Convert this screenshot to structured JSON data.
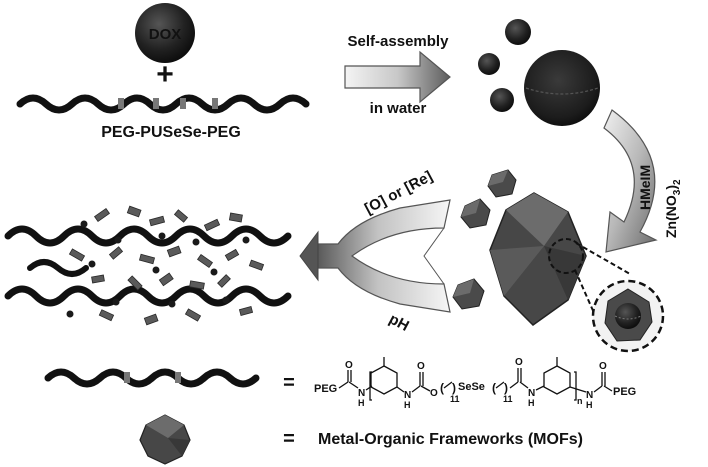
{
  "diagram": {
    "step1": {
      "drug_label": "DOX",
      "plus_sign": "+",
      "polymer_label": "PEG-PUSeSe-PEG"
    },
    "step2": {
      "arrow_top_label": "Self-assembly",
      "arrow_bottom_label": "in water"
    },
    "step3": {
      "reagent_1": "HMeIM",
      "reagent_2_main": "Zn(NO",
      "reagent_2_sub": "3",
      "reagent_2_close": ")",
      "reagent_2_sub2": "2"
    },
    "step4": {
      "stimulus_top": "[O] or [Re]",
      "stimulus_bottom": "pH"
    },
    "legend": {
      "equals_1": "=",
      "equals_2": "=",
      "mof_definition": "Metal-Organic Frameworks (MOFs)"
    },
    "structure": {
      "peg_left": "PEG",
      "peg_right": "PEG",
      "o1": "O",
      "o2": "O",
      "o3": "O",
      "o4": "O",
      "o_ester": "O",
      "nh_1": "N",
      "h_1": "H",
      "nh_2": "N",
      "h_2": "H",
      "nh_3": "N",
      "h_3": "H",
      "nh_4": "N",
      "h_4": "H",
      "sese": "SeSe",
      "sub_11a": "11",
      "sub_11b": "11",
      "sub_n": "n"
    },
    "colors": {
      "sphere_dark": "#222222",
      "mof_gray": "#555555",
      "arrow_light": "#f2f2f2",
      "arrow_dark": "#6a6a6a"
    }
  }
}
